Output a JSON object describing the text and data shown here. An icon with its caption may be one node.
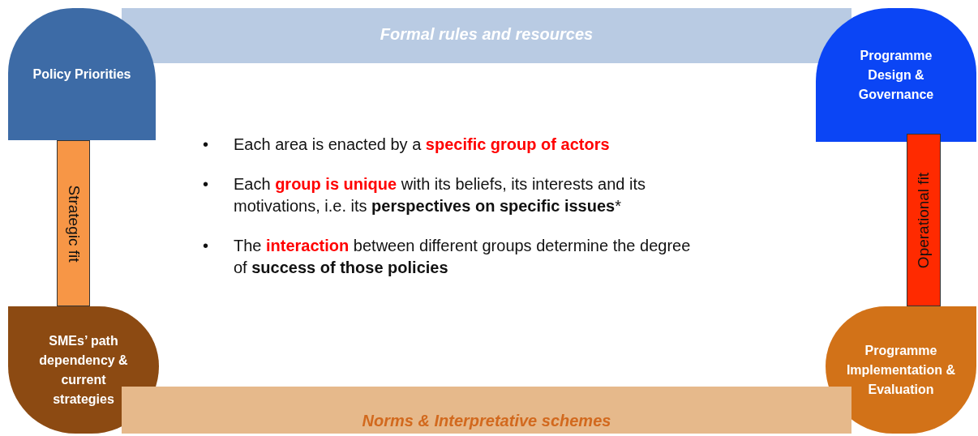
{
  "diagram": {
    "nodes": [
      {
        "text": [
          "Formal rules and resources"
        ]
      },
      {
        "text": [
          "Policy Priorities"
        ]
      },
      {
        "text": [
          "Programme Design & Governance"
        ]
      },
      {
        "text": [
          "Strategic fit"
        ]
      },
      {
        "text": [
          "Operational fit"
        ]
      },
      {
        "text": [
          "SMEs’ path dependency & current strategies"
        ]
      },
      {
        "text": [
          "Programme Implementation & Evaluation"
        ]
      },
      {
        "text": [
          "Norms & Interpretative schemes"
        ]
      }
    ],
    "labels": [
      "•",
      "Each area is enacted by a **specific group of actors**",
      "•",
      "Each **group is unique** with its beliefs, its interests and its motivations, i.e. its **perspectives on specific issues***",
      "•",
      "The **interaction** between different groups determine the degree of **success of those policies**"
    ]
  }
}
